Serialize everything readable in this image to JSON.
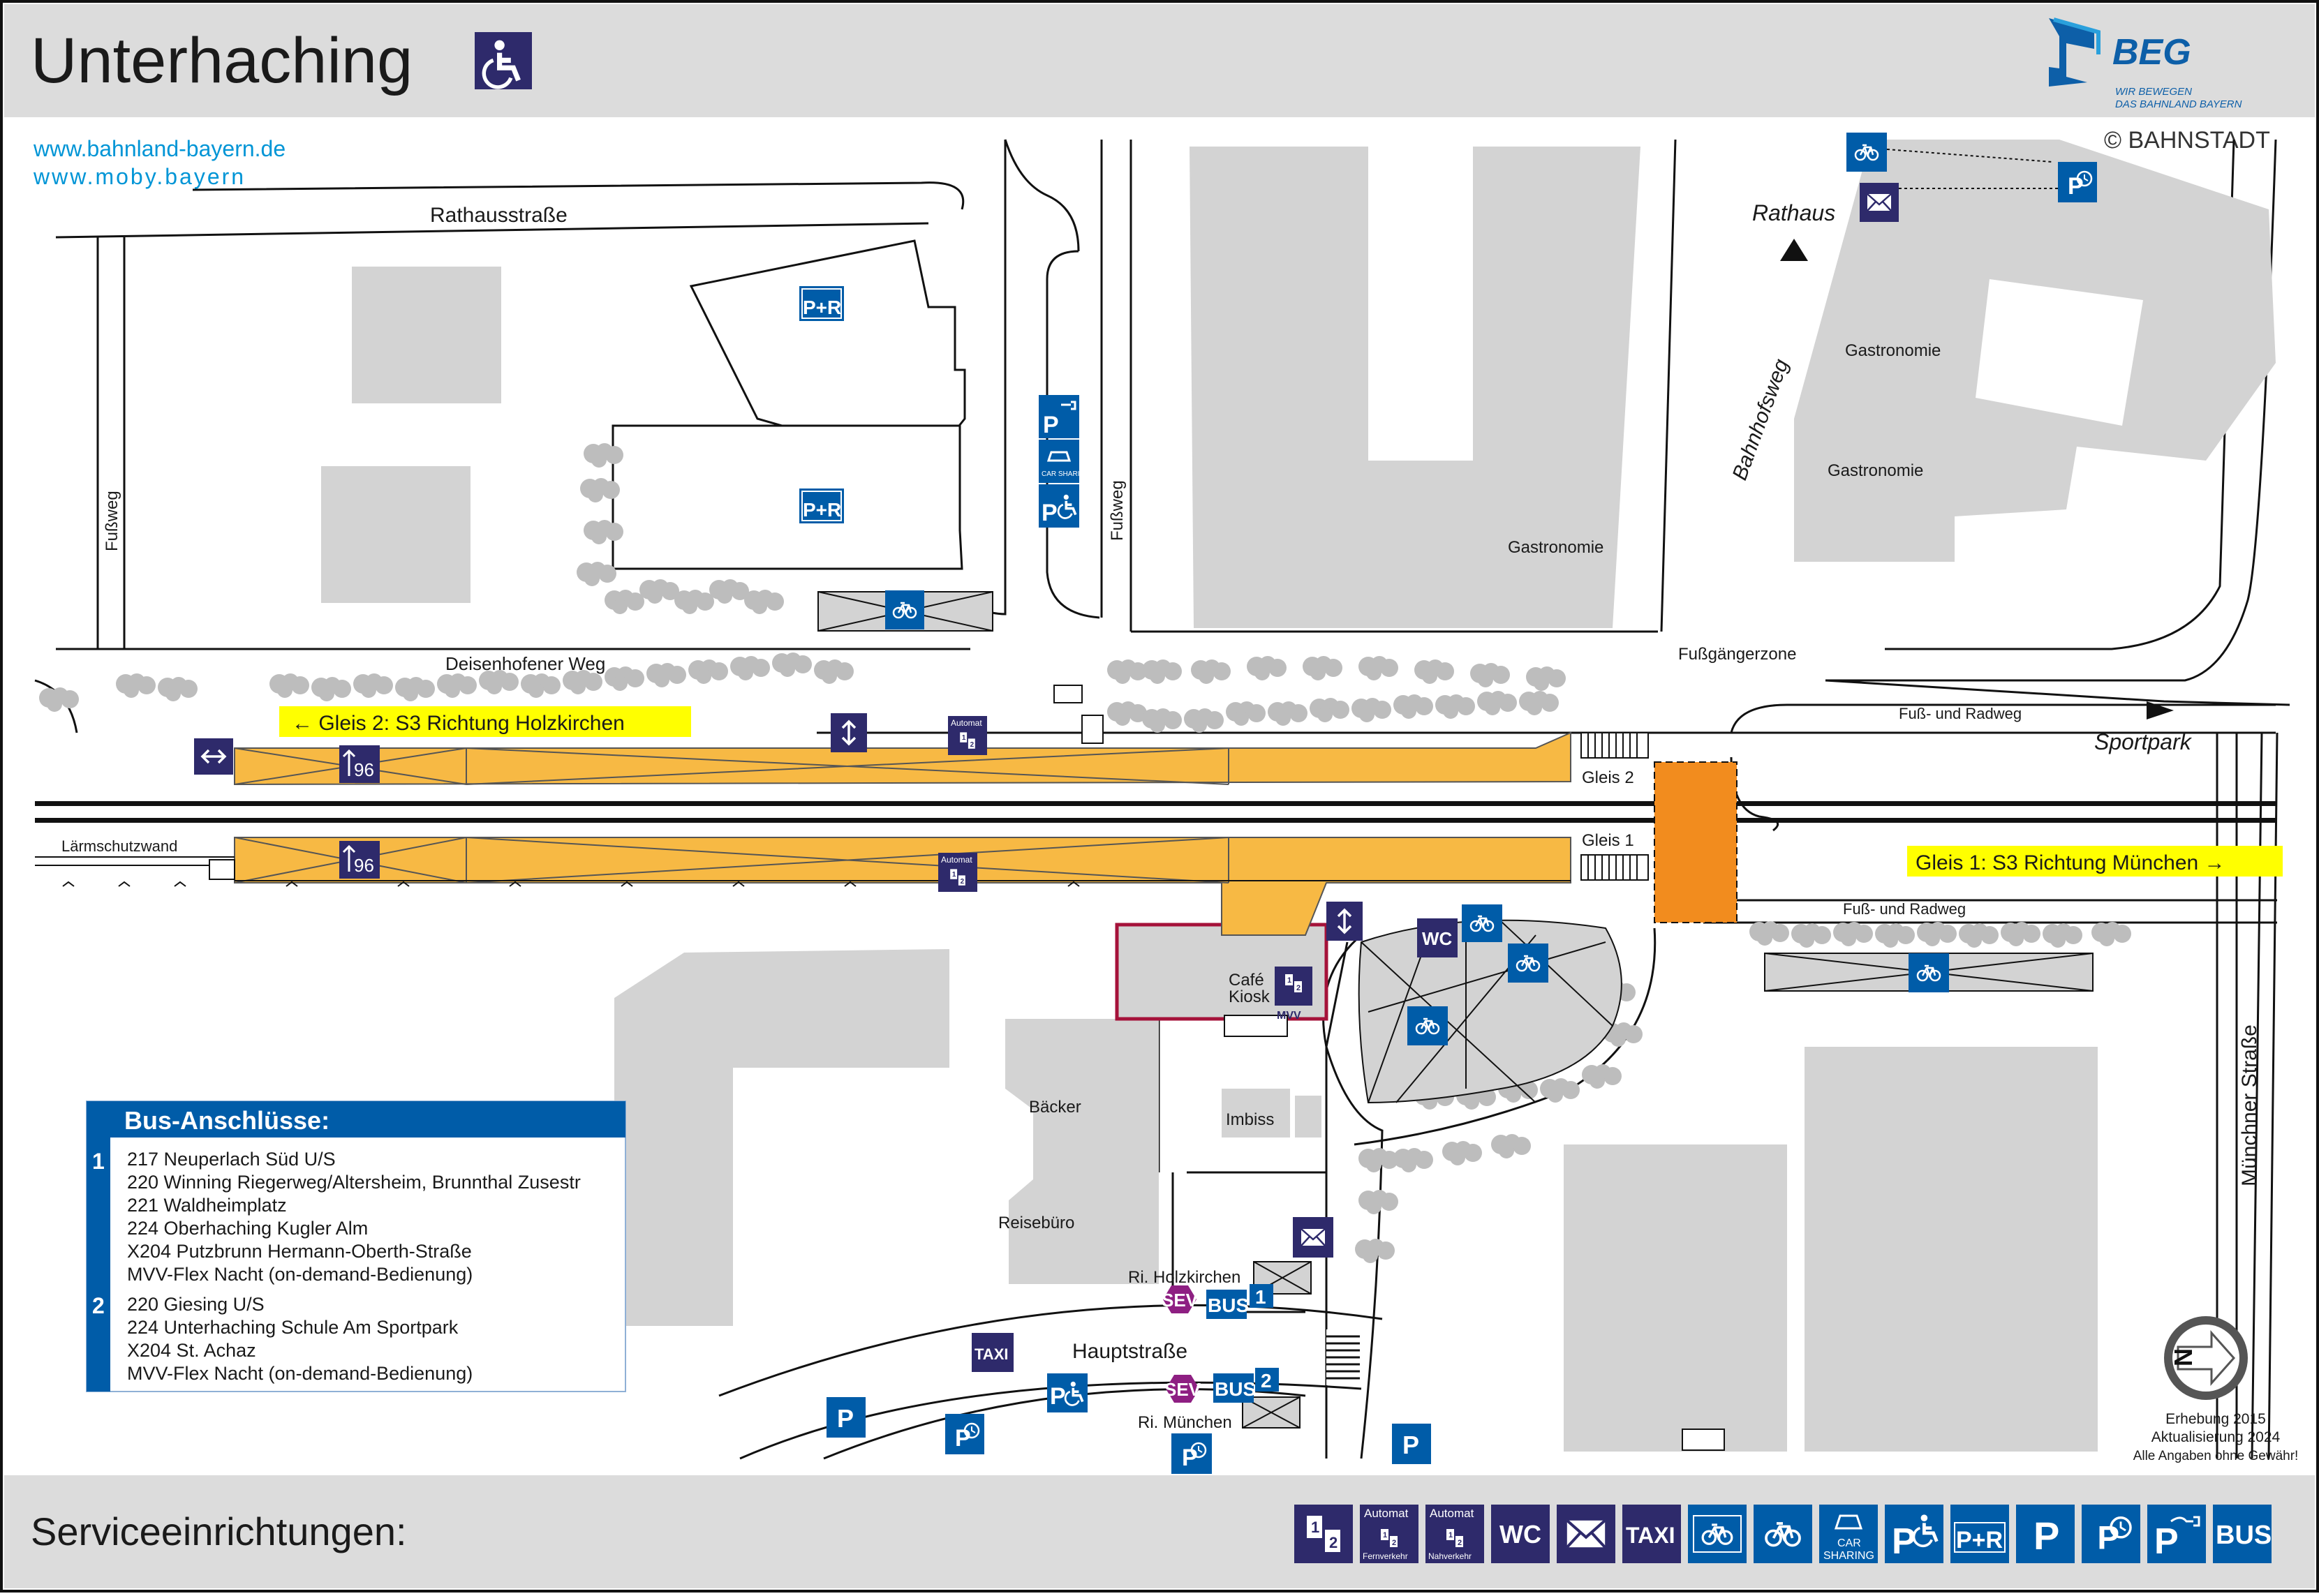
{
  "header": {
    "title": "Unterhaching",
    "brand_name": "BEG",
    "brand_slogan_line1": "WIR BEWEGEN",
    "brand_slogan_line2": "DAS BAHNLAND BAYERN",
    "copyright": "© BAHNSTADT",
    "links": [
      "www.bahnland-bayern.de",
      "www.moby.bayern"
    ]
  },
  "streets": {
    "rathausstrasse": "Rathausstraße",
    "fussweg_left": "Fußweg",
    "fussweg_mid": "Fußweg",
    "deisenhofener": "Deisenhofener Weg",
    "bahnhofsweg": "Bahnhofsweg",
    "fussgaengerzone": "Fußgängerzone",
    "fuss_radweg_top": "Fuß- und Radweg",
    "fuss_radweg_bottom": "Fuß- und Radweg",
    "muenchner": "Münchner Straße",
    "hauptstrasse": "Hauptstraße",
    "laermschutz": "Lärmschutzwand"
  },
  "places": {
    "rathaus": "Rathaus",
    "sportpark": "Sportpark",
    "gastro1": "Gastronomie",
    "gastro2": "Gastronomie",
    "gastro3": "Gastronomie",
    "cafe1": "Café",
    "cafe2": "Kiosk",
    "baecker": "Bäcker",
    "reisebuero": "Reisebüro",
    "imbiss": "Imbiss",
    "ri_holzkirchen": "Ri. Holzkirchen",
    "ri_muenchen": "Ri. München"
  },
  "platforms": {
    "gleis2_label": "Gleis 2",
    "gleis1_label": "Gleis 1",
    "gleis2_direction": "← Gleis 2: S3 Richtung Holzkirchen",
    "gleis1_direction": "Gleis 1: S3 Richtung München →",
    "platform_height": "96",
    "automat_label": "Automat"
  },
  "bus": {
    "title": "Bus-Anschlüsse:",
    "stops": [
      {
        "number": "1",
        "lines": [
          "217 Neuperlach Süd U/S",
          "220 Winning Riegerweg/Altersheim, Brunnthal Zusestr",
          "221 Waldheimplatz",
          "224 Oberhaching Kugler Alm",
          "X204 Putzbrunn Hermann-Oberth-Straße",
          "MVV-Flex Nacht (on-demand-Bedienung)"
        ]
      },
      {
        "number": "2",
        "lines": [
          "220 Giesing U/S",
          "224 Unterhaching Schule Am Sportpark",
          "X204 St. Achaz",
          "MVV-Flex Nacht (on-demand-Bedienung)"
        ]
      }
    ]
  },
  "map_labels": {
    "sev": "SEV",
    "bus": "BUS",
    "taxi": "TAXI",
    "wc": "WC",
    "pr": "P+R",
    "p": "P",
    "mvv": "MVV",
    "car_sharing": "CAR SHARING"
  },
  "footer": {
    "survey": "Erhebung 2015",
    "update": "Aktualisierung 2024",
    "disclaimer": "Alle Angaben ohne Gewähr!",
    "services_title": "Serviceeinrichtungen:",
    "legend_labels": {
      "automat_fern": "Automat",
      "automat_fern_sub": "Fernverkehr",
      "automat_nah": "Automat",
      "automat_nah_sub": "Nahverkehr",
      "wc": "WC",
      "taxi": "TAXI",
      "car": "CAR",
      "sharing": "SHARING",
      "pr": "P+R",
      "p": "P",
      "bus": "BUS"
    }
  },
  "colors": {
    "dark_navy": "#2e2a6b",
    "service_blue": "#005ca8",
    "platform": "#f7b944",
    "bridge": "#f28c1e",
    "building": "#d3d3d3",
    "hedge": "#bdbdbd",
    "sign_yellow": "#ffff00",
    "sev": "#8e1f82",
    "highlight": "#a5123a",
    "header_bg": "#dcdcdc",
    "link": "#0095d6"
  },
  "icons": [
    "wheelchair-icon",
    "bicycle-icon",
    "mail-icon",
    "parking-icon",
    "elevator-icon",
    "stairs-icon",
    "ticket-machine-icon",
    "ev-charging-icon",
    "compass-icon"
  ]
}
